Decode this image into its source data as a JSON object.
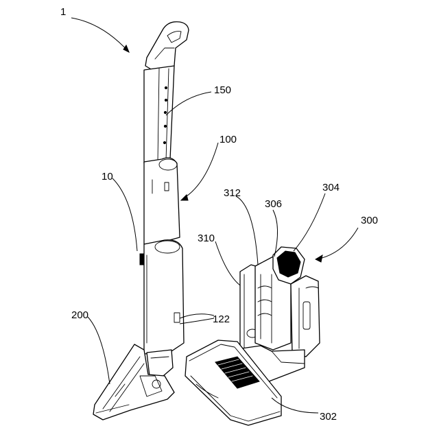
{
  "labels": {
    "ref_1": "1",
    "ref_150": "150",
    "ref_100": "100",
    "ref_10": "10",
    "ref_312": "312",
    "ref_306": "306",
    "ref_304": "304",
    "ref_300": "300",
    "ref_310": "310",
    "ref_122": "122",
    "ref_200": "200",
    "ref_302": "302"
  }
}
